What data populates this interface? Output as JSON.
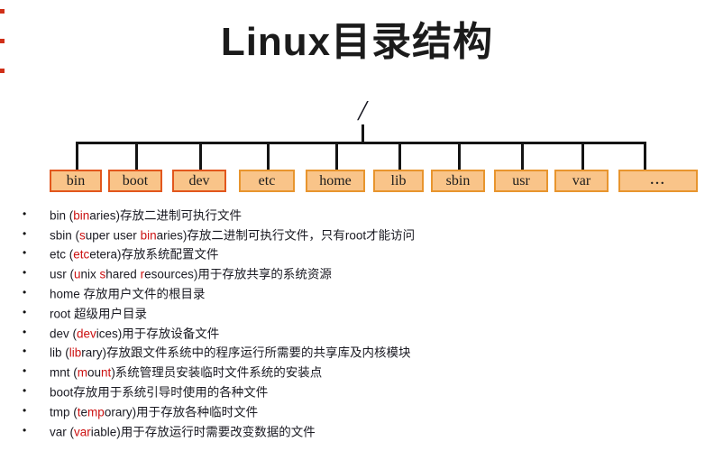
{
  "title": "Linux目录结构",
  "tree": {
    "root_label": "/",
    "nodes": [
      {
        "label": "bin"
      },
      {
        "label": "boot"
      },
      {
        "label": "dev"
      },
      {
        "label": "etc"
      },
      {
        "label": "home"
      },
      {
        "label": "lib"
      },
      {
        "label": "sbin"
      },
      {
        "label": "usr"
      },
      {
        "label": "var"
      },
      {
        "label": "..."
      }
    ]
  },
  "legend": [
    {
      "segments": [
        {
          "t": "bin (",
          "c": "k"
        },
        {
          "t": "bin",
          "c": "r"
        },
        {
          "t": "aries)存放二进制可执行文件",
          "c": "k"
        }
      ]
    },
    {
      "segments": [
        {
          "t": "sbin (",
          "c": "k"
        },
        {
          "t": "s",
          "c": "r"
        },
        {
          "t": "uper user ",
          "c": "k"
        },
        {
          "t": "bin",
          "c": "r"
        },
        {
          "t": "aries)存放二进制可执行文件，只有root才能访问",
          "c": "k"
        }
      ]
    },
    {
      "segments": [
        {
          "t": "etc (",
          "c": "k"
        },
        {
          "t": "etc",
          "c": "r"
        },
        {
          "t": "etera)存放系统配置文件",
          "c": "k"
        }
      ]
    },
    {
      "segments": [
        {
          "t": "usr (",
          "c": "k"
        },
        {
          "t": "u",
          "c": "r"
        },
        {
          "t": "nix ",
          "c": "k"
        },
        {
          "t": "s",
          "c": "r"
        },
        {
          "t": "hared ",
          "c": "k"
        },
        {
          "t": "r",
          "c": "r"
        },
        {
          "t": "esources)用于存放共享的系统资源",
          "c": "k"
        }
      ]
    },
    {
      "segments": [
        {
          "t": "home 存放用户文件的根目录",
          "c": "k"
        }
      ]
    },
    {
      "segments": [
        {
          "t": "root 超级用户目录",
          "c": "k"
        }
      ]
    },
    {
      "segments": [
        {
          "t": "dev (",
          "c": "k"
        },
        {
          "t": "dev",
          "c": "r"
        },
        {
          "t": "ices)用于存放设备文件",
          "c": "k"
        }
      ]
    },
    {
      "segments": [
        {
          "t": "lib (",
          "c": "k"
        },
        {
          "t": "lib",
          "c": "r"
        },
        {
          "t": "rary)存放跟文件系统中的程序运行所需要的共享库及内核模块",
          "c": "k"
        }
      ]
    },
    {
      "segments": [
        {
          "t": "mnt (",
          "c": "k"
        },
        {
          "t": "m",
          "c": "r"
        },
        {
          "t": "ou",
          "c": "k"
        },
        {
          "t": "nt",
          "c": "r"
        },
        {
          "t": ")系统管理员安装临时文件系统的安装点",
          "c": "k"
        }
      ]
    },
    {
      "segments": [
        {
          "t": "boot存放用于系统引导时使用的各种文件",
          "c": "k"
        }
      ]
    },
    {
      "segments": [
        {
          "t": "tmp (",
          "c": "k"
        },
        {
          "t": "t",
          "c": "r"
        },
        {
          "t": "e",
          "c": "k"
        },
        {
          "t": "mp",
          "c": "r"
        },
        {
          "t": "orary)用于存放各种临时文件",
          "c": "k"
        }
      ]
    },
    {
      "segments": [
        {
          "t": "var (",
          "c": "k"
        },
        {
          "t": "var",
          "c": "r"
        },
        {
          "t": "iable)用于存放运行时需要改变数据的文件",
          "c": "k"
        }
      ]
    }
  ],
  "bullet_glyph": "•",
  "colors": {
    "box_fill": "#F9C489",
    "box_border": "#E8952E",
    "box_border_warm": "#E2571D",
    "highlight_red": "#CC1111",
    "text": "#1A1A22",
    "line": "#141414"
  }
}
